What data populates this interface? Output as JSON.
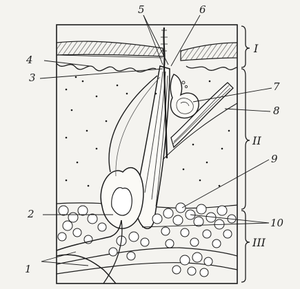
{
  "diagram": {
    "numbered_labels": [
      "1",
      "2",
      "3",
      "4",
      "5",
      "6",
      "7",
      "8",
      "9",
      "10"
    ],
    "layer_labels": [
      "I",
      "II",
      "III"
    ]
  },
  "colors": {
    "paper": "#f4f3ef",
    "ink": "#1b1b1b",
    "hatch": "#5a5a5a",
    "fat_cell": "#ffffff"
  }
}
